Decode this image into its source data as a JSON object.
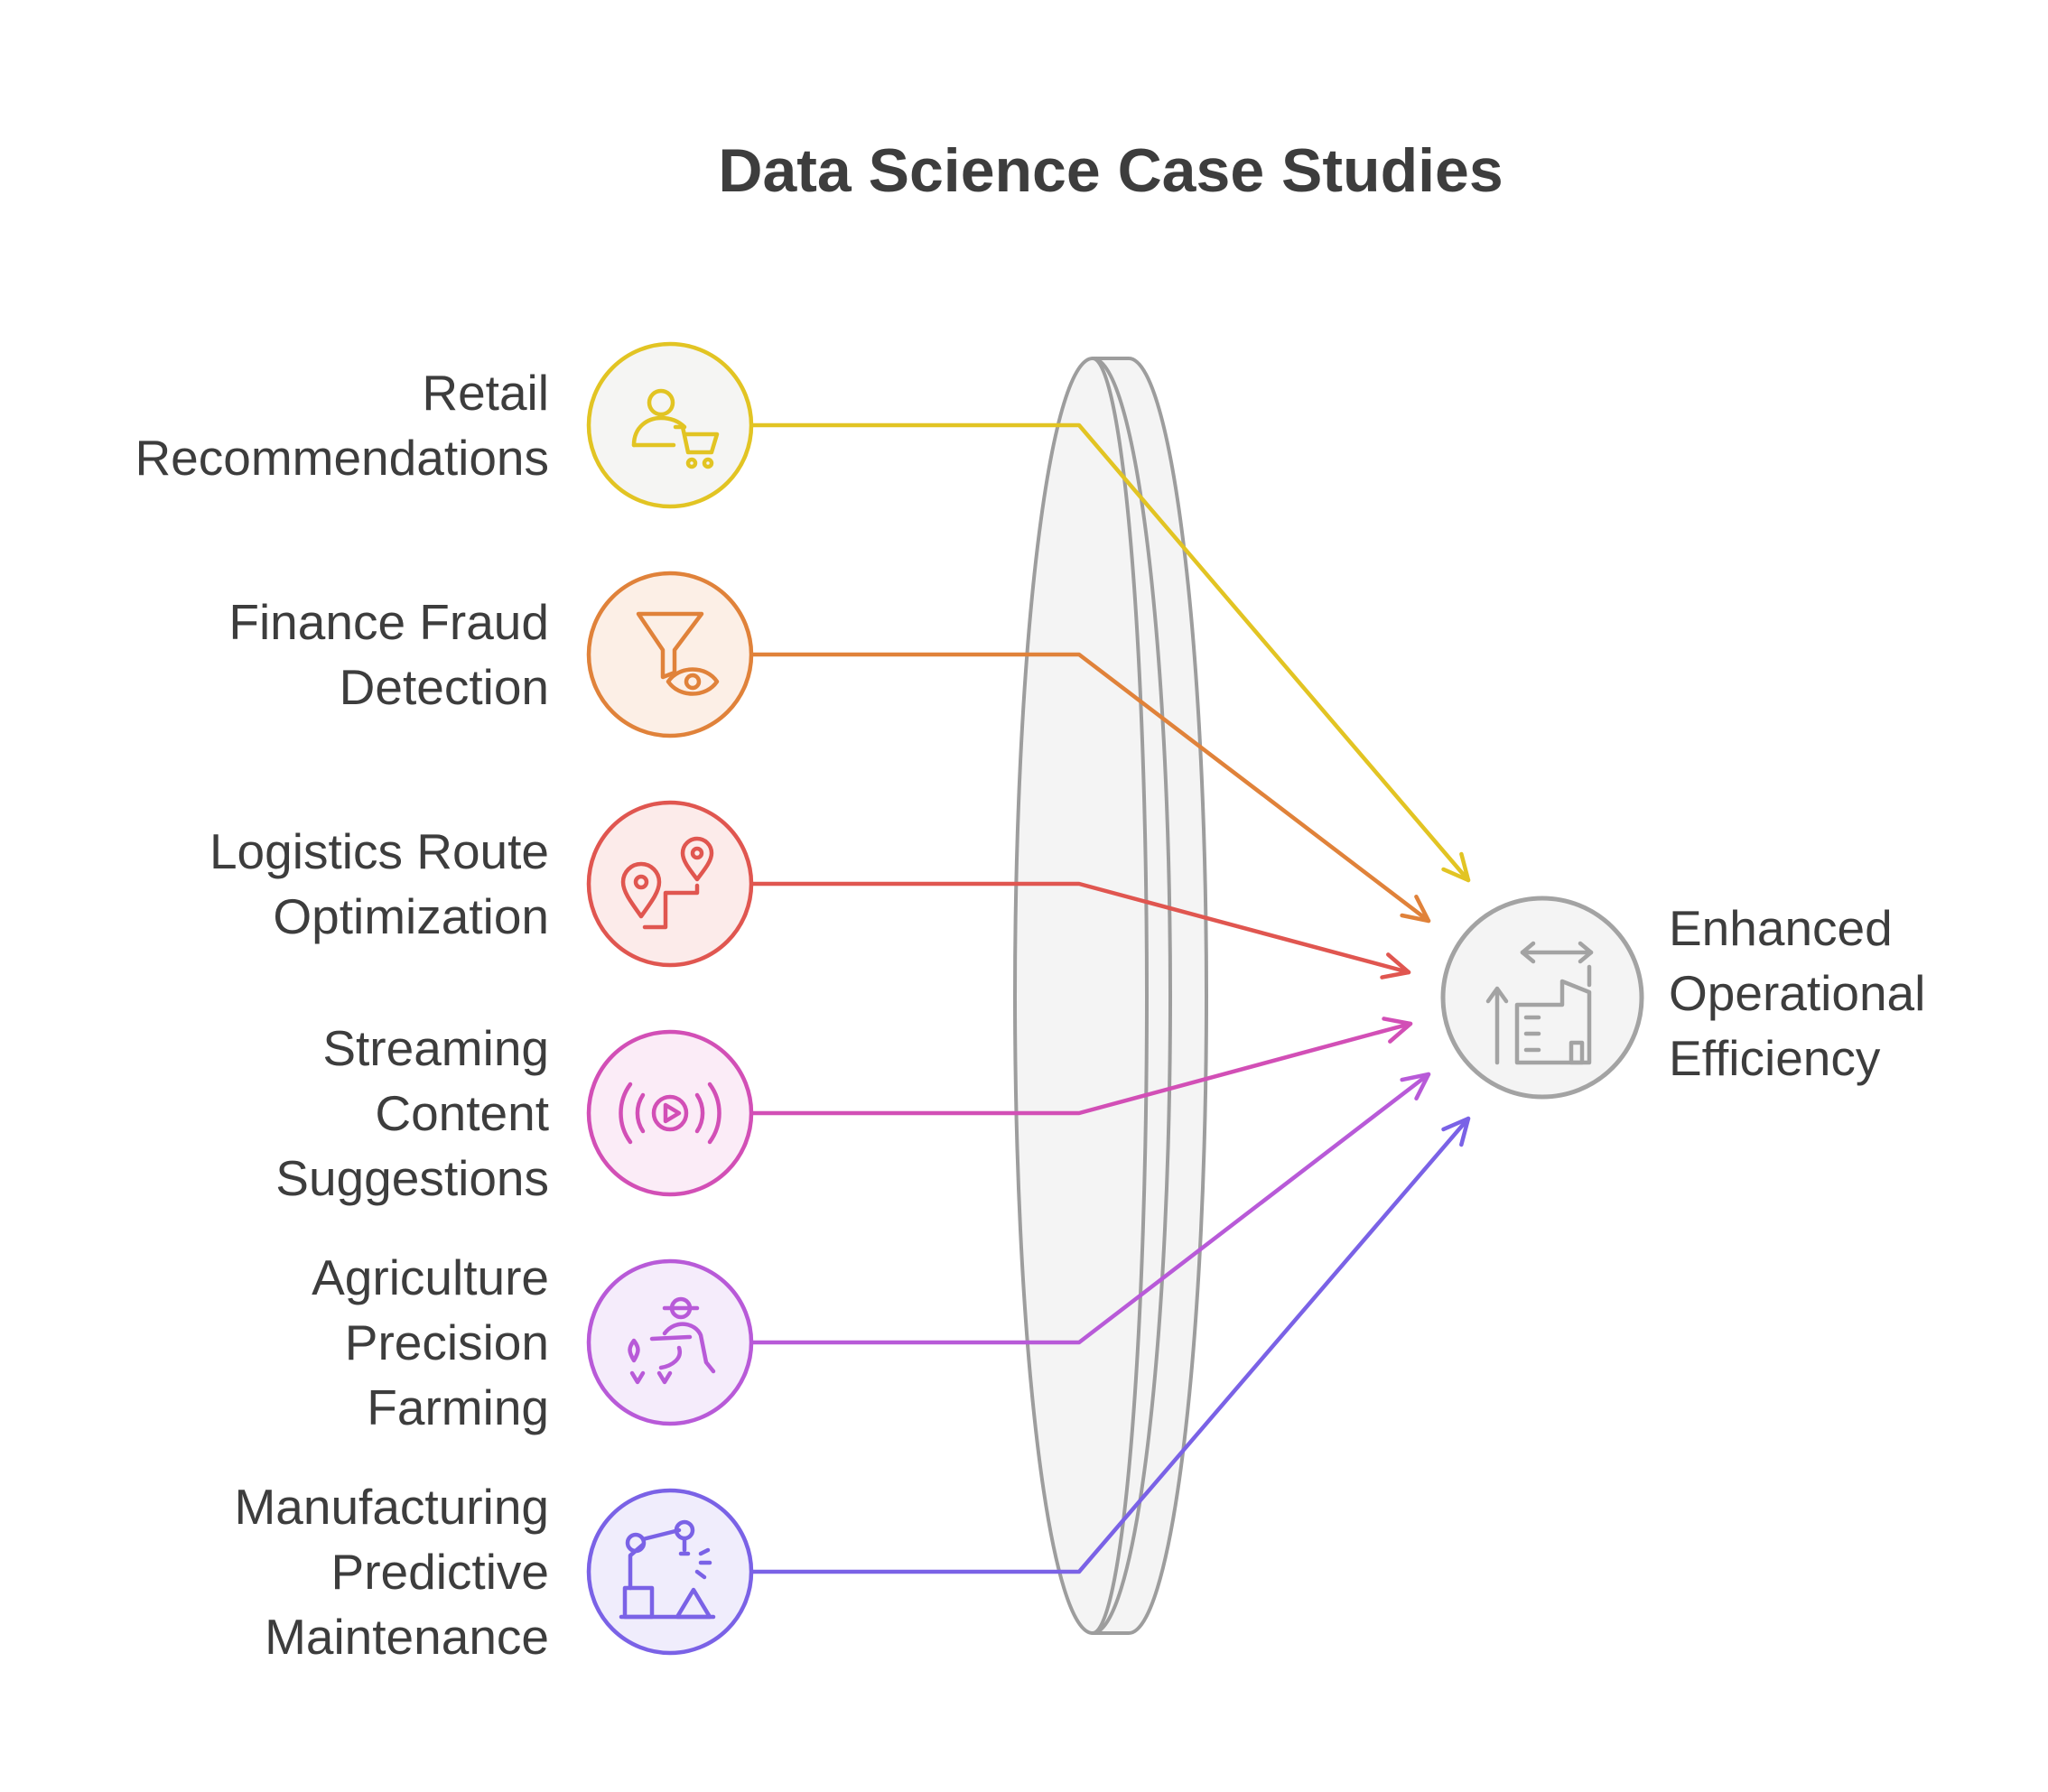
{
  "title": "Data Science Case Studies",
  "inputs": [
    {
      "lines": [
        "Retail",
        "Recommendations"
      ],
      "icon": "shopper-cart-icon",
      "color": "#e2c423",
      "fill": "#f5f5f3"
    },
    {
      "lines": [
        "Finance Fraud",
        "Detection"
      ],
      "icon": "filter-eye-icon",
      "color": "#e0823a",
      "fill": "#fcefe6"
    },
    {
      "lines": [
        "Logistics Route",
        "Optimization"
      ],
      "icon": "route-pins-icon",
      "color": "#e05650",
      "fill": "#fcebea"
    },
    {
      "lines": [
        "Streaming",
        "Content",
        "Suggestions"
      ],
      "icon": "broadcast-play-icon",
      "color": "#d24fb6",
      "fill": "#fbecf7"
    },
    {
      "lines": [
        "Agriculture",
        "Precision",
        "Farming"
      ],
      "icon": "farmer-icon",
      "color": "#b85ad8",
      "fill": "#f5ecfb"
    },
    {
      "lines": [
        "Manufacturing",
        "Predictive",
        "Maintenance"
      ],
      "icon": "robot-arm-icon",
      "color": "#7a62e6",
      "fill": "#f0edfc"
    }
  ],
  "output": {
    "lines": [
      "Enhanced",
      "Operational",
      "Efficiency"
    ],
    "icon": "building-growth-icon",
    "color": "#a3a3a3",
    "fill": "#f4f4f4"
  },
  "lens": {
    "stroke": "#9d9d9d",
    "fill": "#f4f4f4"
  }
}
